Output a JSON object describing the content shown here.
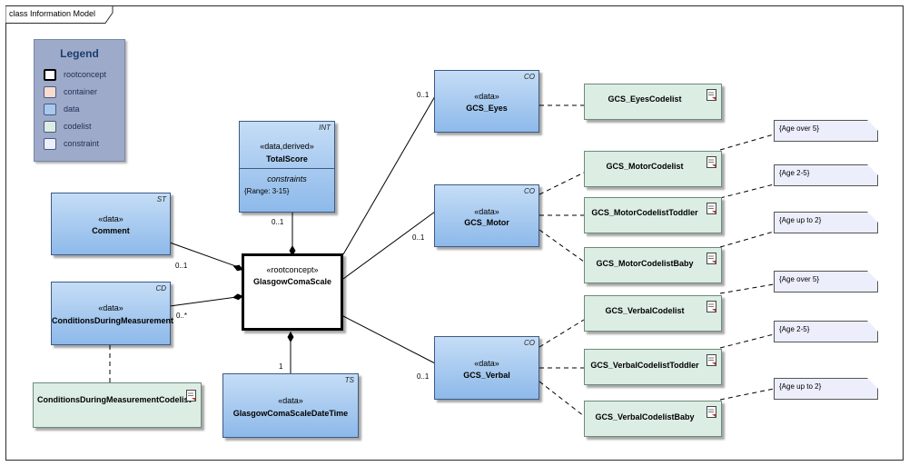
{
  "frame": {
    "title": "class Information Model"
  },
  "legend": {
    "title": "Legend",
    "items": [
      {
        "label": "rootconcept",
        "color": "#ffffff",
        "border": "#000000"
      },
      {
        "label": "container",
        "color": "#f5dccd",
        "border": "#6a5a55"
      },
      {
        "label": "data",
        "color": "#a8c9ee",
        "border": "#3d5a85"
      },
      {
        "label": "codelist",
        "color": "#dcede4",
        "border": "#6c8a7c"
      },
      {
        "label": "constraint",
        "color": "#eceefb",
        "border": "#555555"
      }
    ]
  },
  "nodes": {
    "root": {
      "stereotype": "«rootconcept»",
      "name": "GlasgowComaScale"
    },
    "total_score": {
      "type": "INT",
      "stereotype": "«data,derived»",
      "name": "TotalScore",
      "section_title": "constraints",
      "constraint": "{Range: 3-15}"
    },
    "comment": {
      "type": "ST",
      "stereotype": "«data»",
      "name": "Comment"
    },
    "conditions": {
      "type": "CD",
      "stereotype": "«data»",
      "name": "ConditionsDuringMeasurement"
    },
    "datetime": {
      "type": "TS",
      "stereotype": "«data»",
      "name": "GlasgowComaScaleDateTime"
    },
    "eyes": {
      "type": "CO",
      "stereotype": "«data»",
      "name": "GCS_Eyes"
    },
    "motor": {
      "type": "CO",
      "stereotype": "«data»",
      "name": "GCS_Motor"
    },
    "verbal": {
      "type": "CO",
      "stereotype": "«data»",
      "name": "GCS_Verbal"
    },
    "conditions_codelist": {
      "name": "ConditionsDuringMeasurementCodelist"
    },
    "eyes_codelist": {
      "name": "GCS_EyesCodelist"
    },
    "motor_codelist": {
      "name": "GCS_MotorCodelist"
    },
    "motor_codelist_toddler": {
      "name": "GCS_MotorCodelistToddler"
    },
    "motor_codelist_baby": {
      "name": "GCS_MotorCodelistBaby"
    },
    "verbal_codelist": {
      "name": "GCS_VerbalCodelist"
    },
    "verbal_codelist_toddler": {
      "name": "GCS_VerbalCodelistToddler"
    },
    "verbal_codelist_baby": {
      "name": "GCS_VerbalCodelistBaby"
    }
  },
  "notes": {
    "motor_over5": "{Age over 5}",
    "motor_2to5": "{Age 2-5}",
    "motor_upto2": "{Age up to 2}",
    "verbal_over5": "{Age over 5}",
    "verbal_2to5": "{Age 2-5}",
    "verbal_upto2": "{Age up to 2}"
  },
  "multiplicities": {
    "total_score": "0..1",
    "comment": "0..1",
    "conditions": "0..*",
    "datetime": "1",
    "eyes": "0..1",
    "motor": "0..1",
    "verbal": "0..1"
  }
}
